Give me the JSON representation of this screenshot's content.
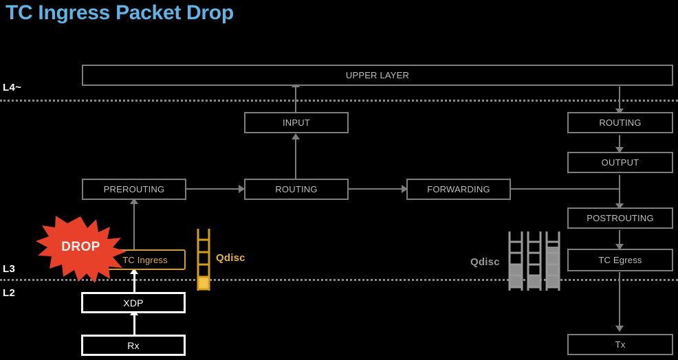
{
  "title": "TC Ingress Packet Drop",
  "accent_color": "#5FB3E5",
  "layer_labels": [
    {
      "name": "l4",
      "text": "L4~"
    },
    {
      "name": "l3",
      "text": "L3"
    },
    {
      "name": "l2",
      "text": "L2"
    }
  ],
  "nodes": {
    "upper_layer": "UPPER LAYER",
    "input": "INPUT",
    "prerouting": "PREROUTING",
    "routing_center": "ROUTING",
    "forwarding": "FORWARDING",
    "routing_right": "ROUTING",
    "output": "OUTPUT",
    "postrouting": "POSTROUTING",
    "tc_ingress": "TC Ingress",
    "tc_egress": "TC Egress",
    "xdp": "XDP",
    "rx": "Rx",
    "tx": "Tx"
  },
  "annotations": {
    "drop": "DROP",
    "qdisc_ingress": "Qdisc",
    "qdisc_egress": "Qdisc"
  },
  "colors": {
    "background": "#000000",
    "box_border_gray": "#7d7d7d",
    "box_text_gray": "#bdbdbd",
    "box_border_white": "#ffffff",
    "highlight_gold": "#D3A017",
    "highlight_gold_text": "#E0B04A",
    "drop_red": "#E8412A",
    "qdisc_gold_fill": "#F2C44A",
    "qdisc_gray_fill": "#8f8f8f"
  },
  "qdisc_ingress_fill_levels": [
    1,
    0,
    0,
    0
  ],
  "qdisc_egress_fill_levels": [
    0.45,
    0.3,
    0.72
  ]
}
